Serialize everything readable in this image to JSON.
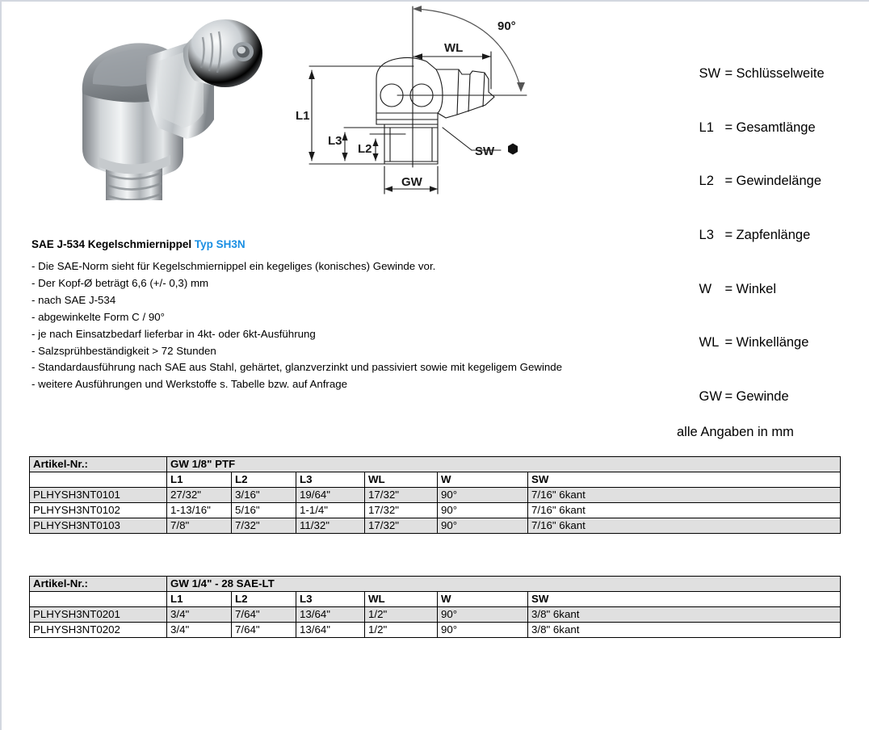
{
  "legend": {
    "rows": [
      {
        "key": "SW",
        "eq": "=",
        "text": "Schlüsselweite"
      },
      {
        "key": "L1",
        "eq": "=",
        "text": "Gesamtlänge"
      },
      {
        "key": "L2",
        "eq": "=",
        "text": "Gewindelänge"
      },
      {
        "key": "L3",
        "eq": "=",
        "text": "Zapfenlänge"
      },
      {
        "key": "W",
        "eq": "=",
        "text": "Winkel"
      },
      {
        "key": "WL",
        "eq": "=",
        "text": "Winkellänge"
      },
      {
        "key": "GW",
        "eq": "=",
        "text": "Gewinde"
      }
    ],
    "note": "alle Angaben in mm"
  },
  "drawing": {
    "label_angle": "90°",
    "label_wl": "WL",
    "label_l1": "L1",
    "label_l2": "L2",
    "label_l3": "L3",
    "label_gw": "GW",
    "label_sw": "SW"
  },
  "description": {
    "title_main": "SAE J-534 Kegelschmiernippel",
    "title_type": "Typ SH3N",
    "bullets": [
      "- Die SAE-Norm sieht für Kegelschmiernippel ein kegeliges (konisches) Gewinde vor.",
      "- Der Kopf-Ø beträgt 6,6 (+/- 0,3) mm",
      "- nach SAE J-534",
      "- abgewinkelte Form C / 90°",
      "- je nach Einsatzbedarf lieferbar in 4kt- oder 6kt-Ausführung",
      "- Salzsprühbeständigkeit > 72 Stunden",
      "- Standardausführung nach SAE aus Stahl, gehärtet, glanzverzinkt und passiviert sowie mit kegeligem Gewinde",
      "- weitere Ausführungen und Werkstoffe s. Tabelle bzw. auf Anfrage"
    ]
  },
  "tables": [
    {
      "header_label": "Artikel-Nr.:",
      "thread": "GW  1/8\" PTF",
      "columns": [
        "L1",
        "L2",
        "L3",
        "WL",
        "W",
        "SW"
      ],
      "rows": [
        {
          "article": "PLHYSH3NT0101",
          "values": [
            "27/32\"",
            "3/16\"",
            "19/64\"",
            "17/32\"",
            "90°",
            "7/16\" 6kant"
          ]
        },
        {
          "article": "PLHYSH3NT0102",
          "values": [
            "1-13/16\"",
            "5/16\"",
            "1-1/4\"",
            "17/32\"",
            "90°",
            "7/16\" 6kant"
          ]
        },
        {
          "article": "PLHYSH3NT0103",
          "values": [
            "7/8\"",
            "7/32\"",
            "11/32\"",
            "17/32\"",
            "90°",
            "7/16\" 6kant"
          ]
        }
      ]
    },
    {
      "header_label": "Artikel-Nr.:",
      "thread": "GW  1/4\" - 28 SAE-LT",
      "columns": [
        "L1",
        "L2",
        "L3",
        "WL",
        "W",
        "SW"
      ],
      "rows": [
        {
          "article": "PLHYSH3NT0201",
          "values": [
            "3/4\"",
            "7/64\"",
            "13/64\"",
            "1/2\"",
            "90°",
            "3/8\" 6kant"
          ]
        },
        {
          "article": "PLHYSH3NT0202",
          "values": [
            "3/4\"",
            "7/64\"",
            "13/64\"",
            "1/2\"",
            "90°",
            "3/8\" 6kant"
          ]
        }
      ]
    }
  ],
  "colors": {
    "accent_blue": "#1a8fe3",
    "table_stripe": "#e0e0e0",
    "line": "#000000"
  }
}
